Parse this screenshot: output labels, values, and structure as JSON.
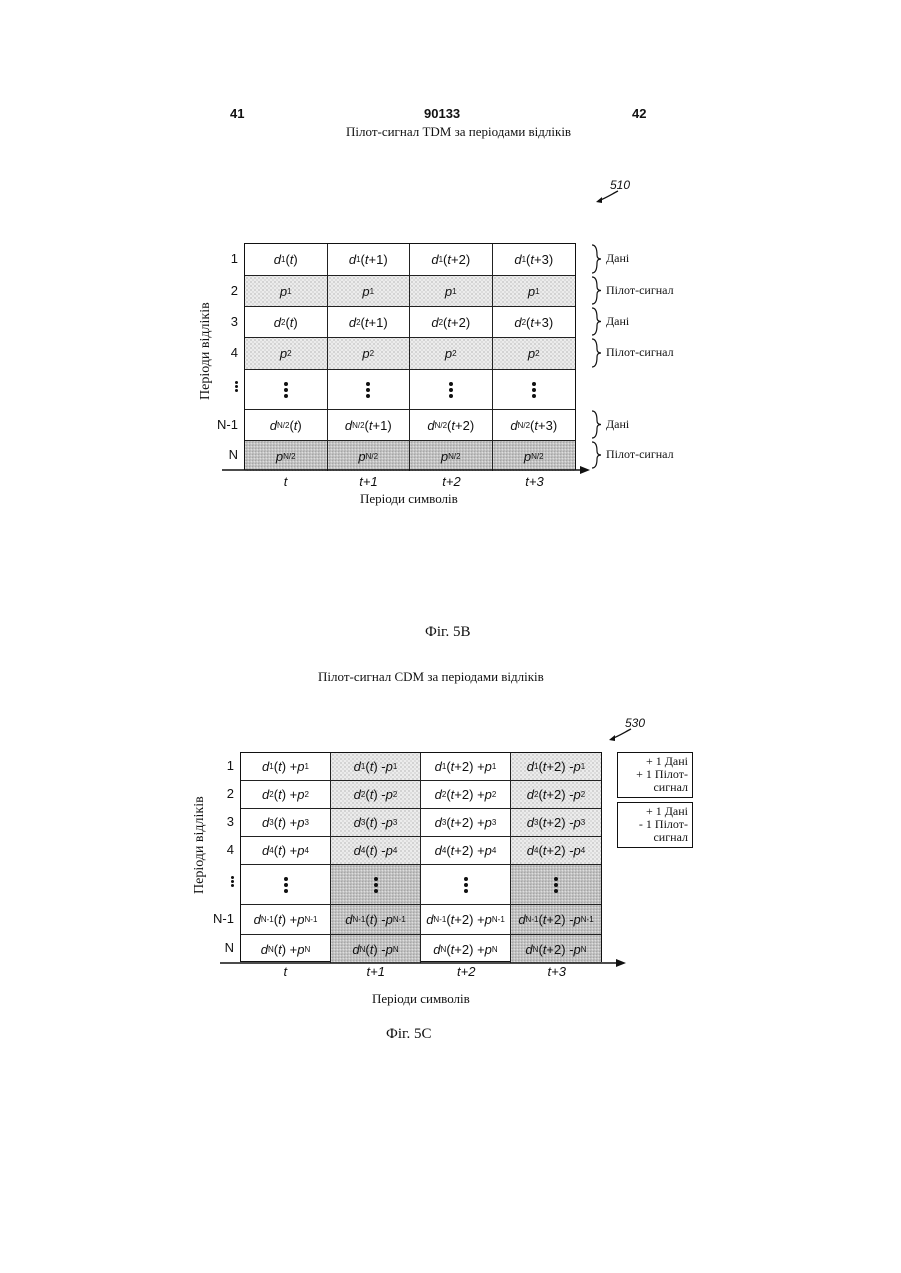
{
  "header": {
    "page_left": "41",
    "patent_number": "90133",
    "page_right": "42"
  },
  "fig5b": {
    "title": "Пілот-сигнал TDM за періодами відліків",
    "ref": "510",
    "y_axis_label": "Періоди відліків",
    "x_axis_label": "Періоди символів",
    "caption": "Фіг. 5В",
    "row_labels": [
      "1",
      "2",
      "3",
      "4",
      "⋮",
      "N-1",
      "N"
    ],
    "col_labels": [
      "t",
      "t+1",
      "t+2",
      "t+3"
    ],
    "braces": [
      "Дані",
      "Пілот-сигнал",
      "Дані",
      "Пілот-сигнал",
      "Дані",
      "Пілот-сигнал"
    ],
    "cells": [
      [
        "d1(t)",
        "d1(t+1)",
        "d1(t+2)",
        "d1(t+3)"
      ],
      [
        "p1",
        "p1",
        "p1",
        "p1"
      ],
      [
        "d2(t)",
        "d2(t+1)",
        "d2(t+2)",
        "d2(t+3)"
      ],
      [
        "p2",
        "p2",
        "p2",
        "p2"
      ],
      [
        "⋮",
        "⋮",
        "⋮",
        "⋮"
      ],
      [
        "dN/2(t)",
        "dN/2(t+1)",
        "dN/2(t+2)",
        "dN/2(t+3)"
      ],
      [
        "pN/2",
        "pN/2",
        "pN/2",
        "pN/2"
      ]
    ]
  },
  "fig5c": {
    "title": "Пілот-сигнал CDM за періодами відліків",
    "ref": "530",
    "y_axis_label": "Періоди відліків",
    "x_axis_label": "Періоди символів",
    "caption": "Фіг. 5С",
    "row_labels": [
      "1",
      "2",
      "3",
      "4",
      "⋮",
      "N-1",
      "N"
    ],
    "col_labels": [
      "t",
      "t+1",
      "t+2",
      "t+3"
    ],
    "legend_plus": [
      "+ 1 Дані",
      "+ 1 Пілот-",
      "сигнал"
    ],
    "legend_minus": [
      "+ 1 Дані",
      "- 1 Пілот-",
      "сигнал"
    ],
    "cells": [
      [
        "d1(t) + p1",
        "d1(t) - p1",
        "d1(t+2) + p1",
        "d1(t+2) - p1"
      ],
      [
        "d2(t) + p2",
        "d2(t) - p2",
        "d2(t+2) + p2",
        "d2(t+2) - p2"
      ],
      [
        "d3(t) + p3",
        "d3(t) - p3",
        "d3(t+2) + p3",
        "d3(t+2) - p3"
      ],
      [
        "d4(t) + p4",
        "d4(t) - p4",
        "d4(t+2) + p4",
        "d4(t+2) - p4"
      ],
      [
        "⋮",
        "⋮",
        "⋮",
        "⋮"
      ],
      [
        "dN-1(t) + pN-1",
        "dN-1(t) - pN-1",
        "dN-1(t+2) + pN-1",
        "dN-1(t+2) - pN-1"
      ],
      [
        "dN(t) + pN",
        "dN(t) - pN",
        "dN(t+2) + pN",
        "dN(t+2) - pN"
      ]
    ]
  }
}
